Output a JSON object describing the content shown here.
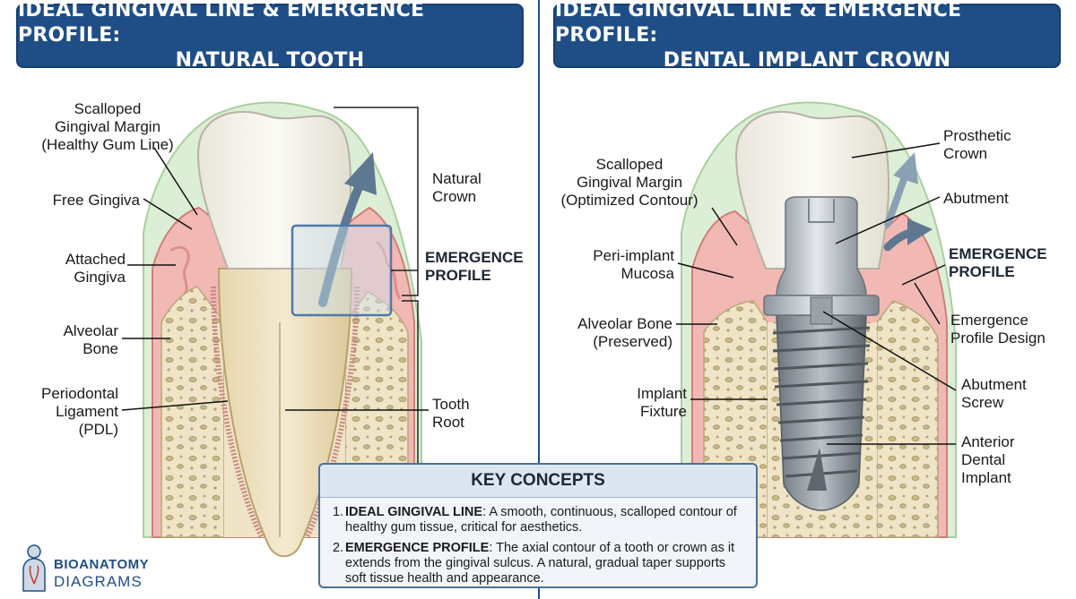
{
  "left_panel": {
    "title_line1": "IDEAL GINGIVAL LINE & EMERGENCE PROFILE:",
    "title_line2": "NATURAL TOOTH",
    "labels": {
      "scalloped": "Scalloped\nGingival Margin\n(Healthy Gum Line)",
      "free_gingiva": "Free Gingiva",
      "attached_gingiva": "Attached\nGingiva",
      "alveolar_bone": "Alveolar\nBone",
      "pdl": "Periodontal\nLigament\n(PDL)",
      "natural_crown": "Natural\nCrown",
      "emergence_profile": "EMERGENCE\nPROFILE",
      "tooth_root": "Tooth\nRoot"
    }
  },
  "right_panel": {
    "title_line1": "IDEAL GINGIVAL LINE & EMERGENCE PROFILE:",
    "title_line2": "DENTAL IMPLANT CROWN",
    "labels": {
      "scalloped": "Scalloped\nGingival Margin\n(Optimized Contour)",
      "peri_implant": "Peri-implant\nMucosa",
      "alveolar_bone": "Alveolar Bone\n(Preserved)",
      "implant_fixture": "Implant\nFixture",
      "prosthetic_crown": "Prosthetic\nCrown",
      "abutment": "Abutment",
      "emergence_profile": "EMERGENCE\nPROFILE",
      "emergence_design": "Emergence\nProfile Design",
      "abutment_screw": "Abutment\nScrew",
      "anterior_implant": "Anterior\nDental\nImplant"
    }
  },
  "key_concepts": {
    "heading": "KEY CONCEPTS",
    "items": [
      {
        "num": "1.",
        "term": "IDEAL GINGIVAL LINE",
        "text": ": A smooth, continuous, scalloped contour of healthy gum tissue, critical for aesthetics."
      },
      {
        "num": "2.",
        "term": "EMERGENCE PROFILE",
        "text": ": The axial contour of a tooth or crown as it extends from the gingival sulcus. A natural, gradual taper supports soft tissue health and appearance."
      }
    ]
  },
  "logo": {
    "line1": "BIOANATOMY",
    "line2": "DIAGRAMS"
  },
  "colors": {
    "banner": "#1f4e86",
    "gingiva": "#f2b9b4",
    "bone": "#efe4c6",
    "enamel": "#f8f6ef",
    "outer_mucosa": "#dcefd6"
  }
}
